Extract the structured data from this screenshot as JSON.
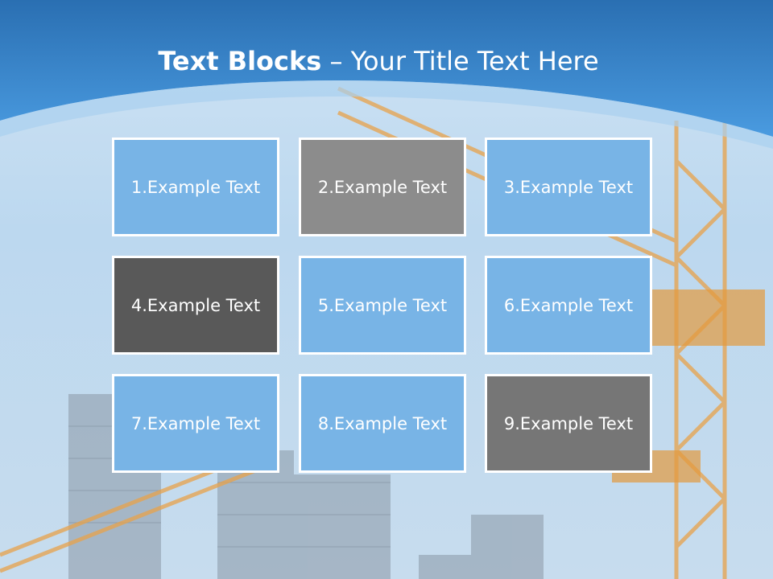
{
  "slide": {
    "title_bold": "Text Blocks",
    "title_dash": " – ",
    "title_rest": "Your Title Text Here"
  },
  "colors": {
    "blue": "#78b4e6",
    "grey": "#8c8c8c",
    "dark_grey": "#595959",
    "mid_grey": "#767676",
    "header_blue": "#2f7fc7"
  },
  "tiles": [
    {
      "label": "1.Example Text"
    },
    {
      "label": "2.Example Text"
    },
    {
      "label": "3.Example Text"
    },
    {
      "label": "4.Example Text"
    },
    {
      "label": "5.Example Text"
    },
    {
      "label": "6.Example Text"
    },
    {
      "label": "7.Example Text"
    },
    {
      "label": "8.Example Text"
    },
    {
      "label": "9.Example Text"
    }
  ]
}
